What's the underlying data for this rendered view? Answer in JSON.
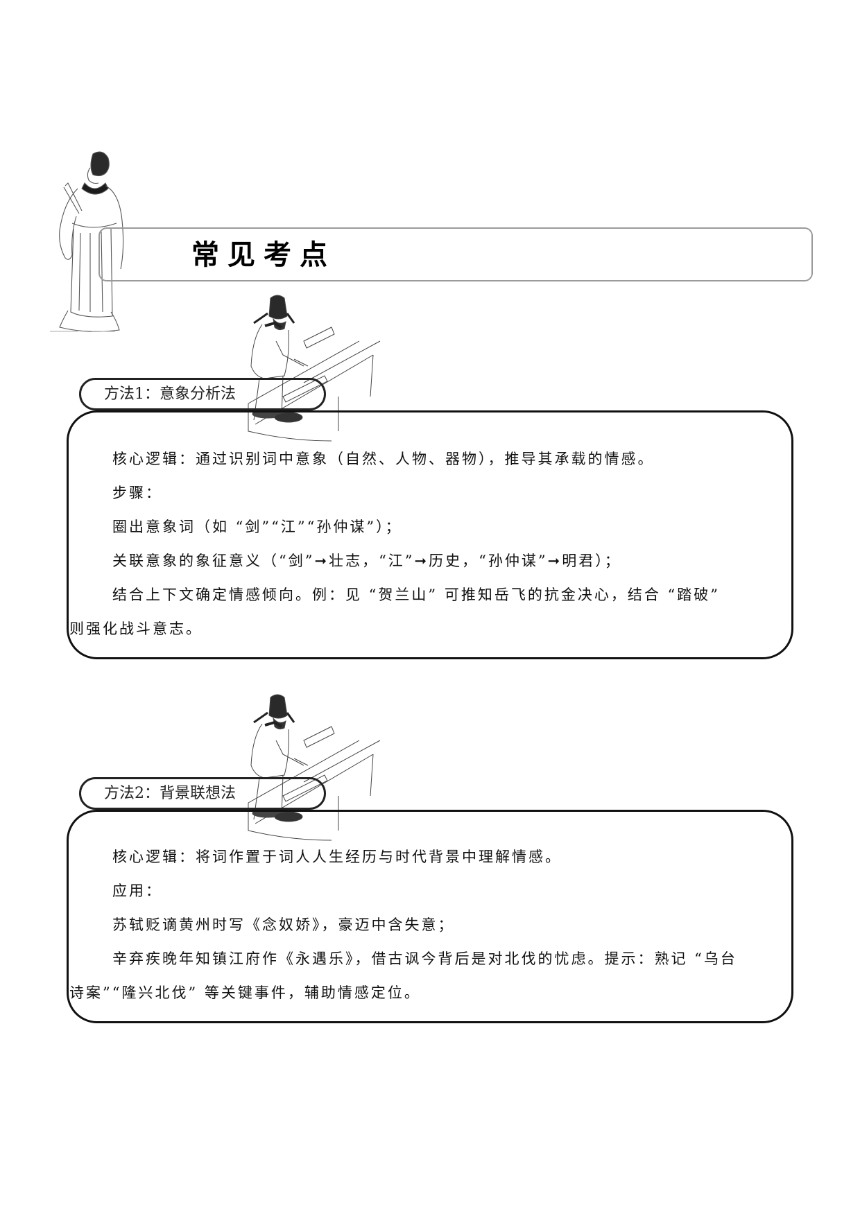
{
  "header": {
    "title": "常见考点"
  },
  "figures": [
    {
      "name": "scholar-standing-figure",
      "description": "ink sketch of a standing scholar holding a brush"
    },
    {
      "name": "scholar-at-desk-figure-1",
      "description": "ink sketch of a scholar standing at a writing desk"
    },
    {
      "name": "scholar-at-desk-figure-2",
      "description": "ink sketch of a scholar standing at a writing desk"
    }
  ],
  "sections": [
    {
      "label": "方法1：意象分析法",
      "lines": [
        {
          "text": "核心逻辑：通过识别词中意象（自然、人物、器物），推导其承载的情感。",
          "indent": true
        },
        {
          "text": "步骤：",
          "indent": true
        },
        {
          "text": "圈出意象词（如 “剑”“江”“孙仲谋”）；",
          "indent": true
        },
        {
          "text": "关联意象的象征意义（“剑”➞壮志，“江”➞历史，“孙仲谋”➞明君）；",
          "indent": true
        },
        {
          "text": "结合上下文确定情感倾向。例：见 “贺兰山” 可推知岳飞的抗金决心，结合 “踏破”",
          "indent": true
        },
        {
          "text": "则强化战斗意志。",
          "indent": false
        }
      ]
    },
    {
      "label": "方法2：背景联想法",
      "lines": [
        {
          "text": "核心逻辑：将词作置于词人人生经历与时代背景中理解情感。",
          "indent": true
        },
        {
          "text": "应用：",
          "indent": true
        },
        {
          "text": "苏轼贬谪黄州时写《念奴娇》，豪迈中含失意；",
          "indent": true
        },
        {
          "text": "辛弃疾晚年知镇江府作《永遇乐》，借古讽今背后是对北伐的忧虑。提示：熟记 “乌台",
          "indent": true
        },
        {
          "text": "诗案”“隆兴北伐” 等关键事件，辅助情感定位。",
          "indent": false
        }
      ]
    }
  ]
}
